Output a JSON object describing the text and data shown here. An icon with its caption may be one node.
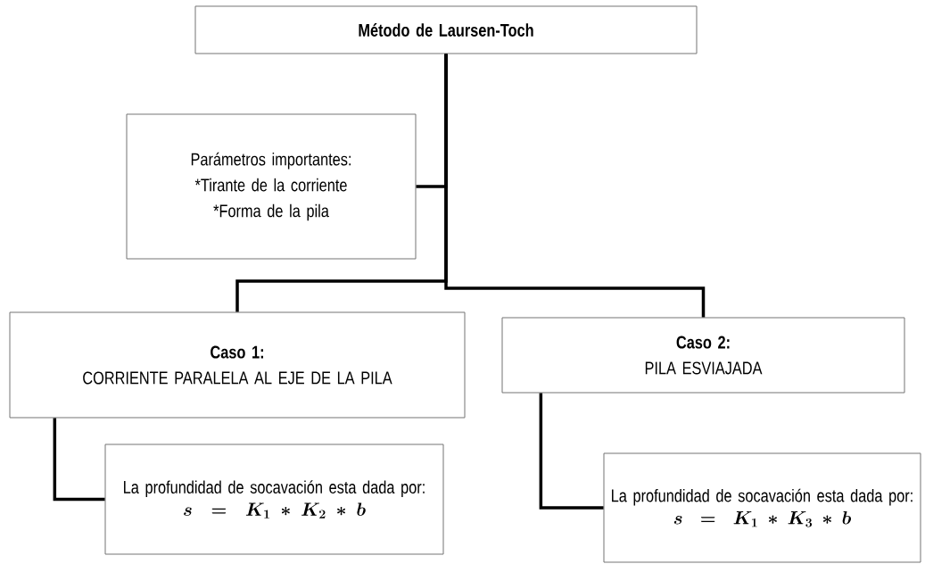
{
  "diagram": {
    "nodes": [
      {
        "text": [
          "Método de Laursen-Toch"
        ]
      },
      {
        "text": [
          "Parámetros importantes:",
          "*Tirante de la corriente",
          "*Forma de la pila"
        ]
      },
      {
        "text": [
          "Caso 1:",
          "CORRIENTE PARALELA AL EJE DE LA PILA"
        ]
      },
      {
        "text": [
          "Caso 2:",
          "PILA ESVIAJADA"
        ]
      },
      {
        "text": [
          "La profundidad de socavación esta dada por:",
          "s = K_{1} \\ast K_{2} \\ast b"
        ]
      },
      {
        "text": [
          "La profundidad de socavación esta dada por:",
          "s = K_{1} \\ast K_{3} \\ast b"
        ]
      }
    ],
    "edges": [
      {
        "from": 0,
        "to": 1,
        "arrow": "none"
      },
      {
        "from": 0,
        "to": 2,
        "arrow": "none"
      },
      {
        "from": 0,
        "to": 3,
        "arrow": "none"
      },
      {
        "from": 2,
        "to": 4,
        "arrow": "none"
      },
      {
        "from": 3,
        "to": 5,
        "arrow": "none"
      }
    ]
  }
}
